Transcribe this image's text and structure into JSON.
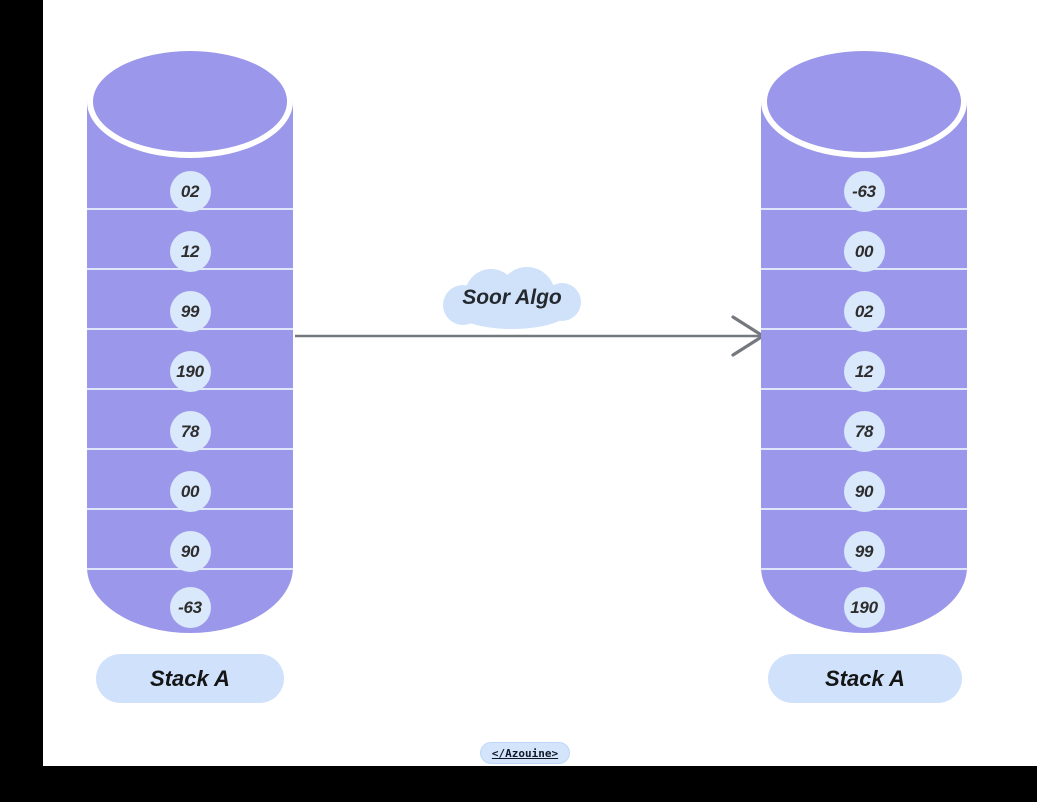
{
  "diagram": {
    "stacks": [
      {
        "side": "left",
        "label": "Stack A",
        "values": [
          "02",
          "12",
          "99",
          "190",
          "78",
          "00",
          "90",
          "-63"
        ]
      },
      {
        "side": "right",
        "label": "Stack A",
        "values": [
          "-63",
          "00",
          "02",
          "12",
          "78",
          "90",
          "99",
          "190"
        ]
      }
    ],
    "process_label": "Soor Algo",
    "credit": "</Azouine>"
  },
  "colors": {
    "background": "#000000",
    "page": "#ffffff",
    "cylinder_fill": "#9b97ea",
    "cylinder_stroke": "#ffffff",
    "separator": "#dde6fb",
    "value_chip": "#d9e8fb",
    "label_pill": "#cfe1fb",
    "cloud": "#cfe2fa",
    "arrow": "#74787f",
    "text_dark": "#2e2e2e"
  }
}
